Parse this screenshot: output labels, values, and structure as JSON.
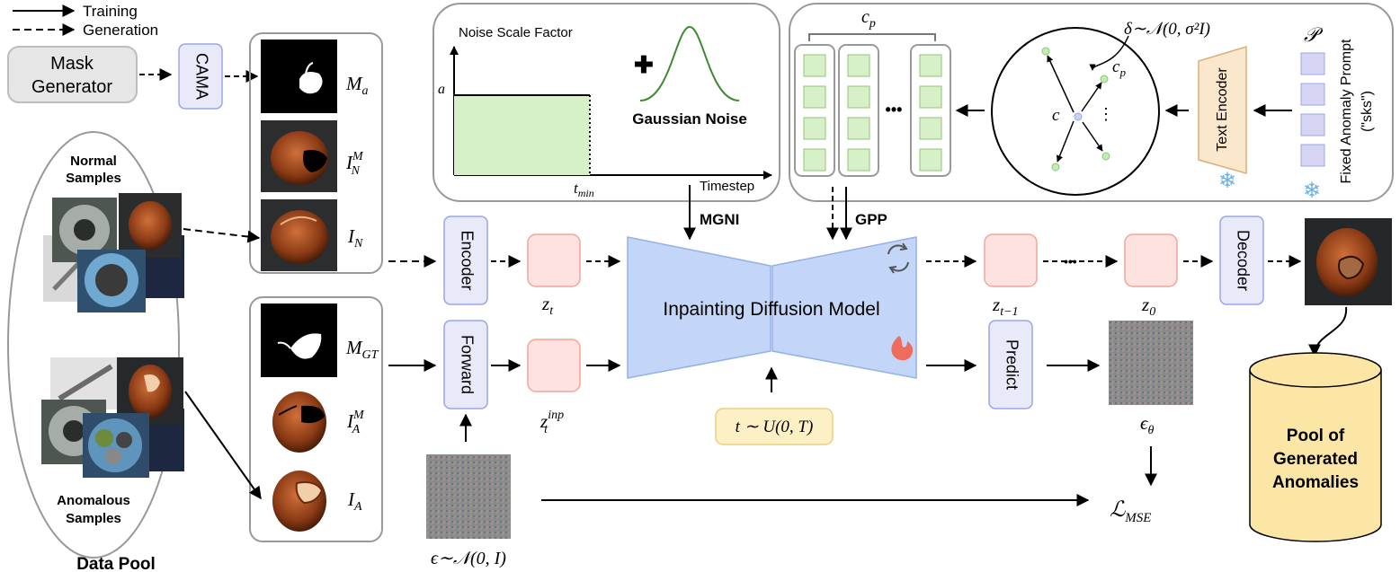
{
  "legend": {
    "training": "Training",
    "generation": "Generation"
  },
  "blocks": {
    "mask_generator": [
      "Mask",
      "Generator"
    ],
    "cama": "CAMA",
    "encoder": "Encoder",
    "forward": "Forward",
    "predict": "Predict",
    "decoder": "Decoder",
    "text_encoder": "Text Encoder",
    "diffusion": "Inpainting Diffusion Model",
    "pool": [
      "Pool of",
      "Generated",
      "Anomalies"
    ]
  },
  "data_pool": {
    "normal": [
      "Normal",
      "Samples"
    ],
    "anomalous": [
      "Anomalous",
      "Samples"
    ],
    "title": "Data Pool"
  },
  "math": {
    "ma": "M",
    "ma_sub": "a",
    "inm": "I",
    "inm_sup": "M",
    "inm_sub": "N",
    "in": "I",
    "in_sub": "N",
    "mgt": "M",
    "mgt_sub": "GT",
    "iam": "I",
    "iam_sup": "M",
    "iam_sub": "A",
    "ia": "I",
    "ia_sub": "A",
    "zt": "z",
    "zt_sub": "t",
    "ztinp": "z",
    "ztinp_sup": "inp",
    "ztinp_sub": "t",
    "zt1": "z",
    "zt1_sub": "t−1",
    "z0": "z",
    "z0_sub": "0",
    "eps_theta": "ϵ",
    "eps_theta_sub": "θ",
    "lmse": "ℒ",
    "lmse_sub": "MSE",
    "eps": "ϵ∼𝒩(0, I)",
    "t_dist": "t ∼ U(0, T)",
    "cp": "c",
    "cp_sub": "p",
    "c": "c",
    "delta": "δ∼𝒩(0, σ²I)",
    "P": "𝒫"
  },
  "noise_panel": {
    "ylabel": "Noise Scale Factor",
    "a": "a",
    "tmin": "t",
    "tmin_sub": "min",
    "xlabel": "Timestep",
    "plus": "✚",
    "gaussian": "Gaussian Noise"
  },
  "labels": {
    "mgni": "MGNI",
    "gpp": "GPP",
    "fixed_prompt": "Fixed Anomaly Prompt",
    "sks": "(\"sks\")",
    "dots": "•••"
  },
  "colors": {
    "blue_block": "#e8eafa",
    "blue_border": "#9aa6e6",
    "pink": "#fde2df",
    "pink_border": "#f2a59b",
    "green_fill": "#d8f0c8",
    "green_border": "#8cc47a",
    "diffusion": "#c4d6f7",
    "yellow": "#fdf0c4",
    "pool_fill": "#fbe6a6"
  }
}
